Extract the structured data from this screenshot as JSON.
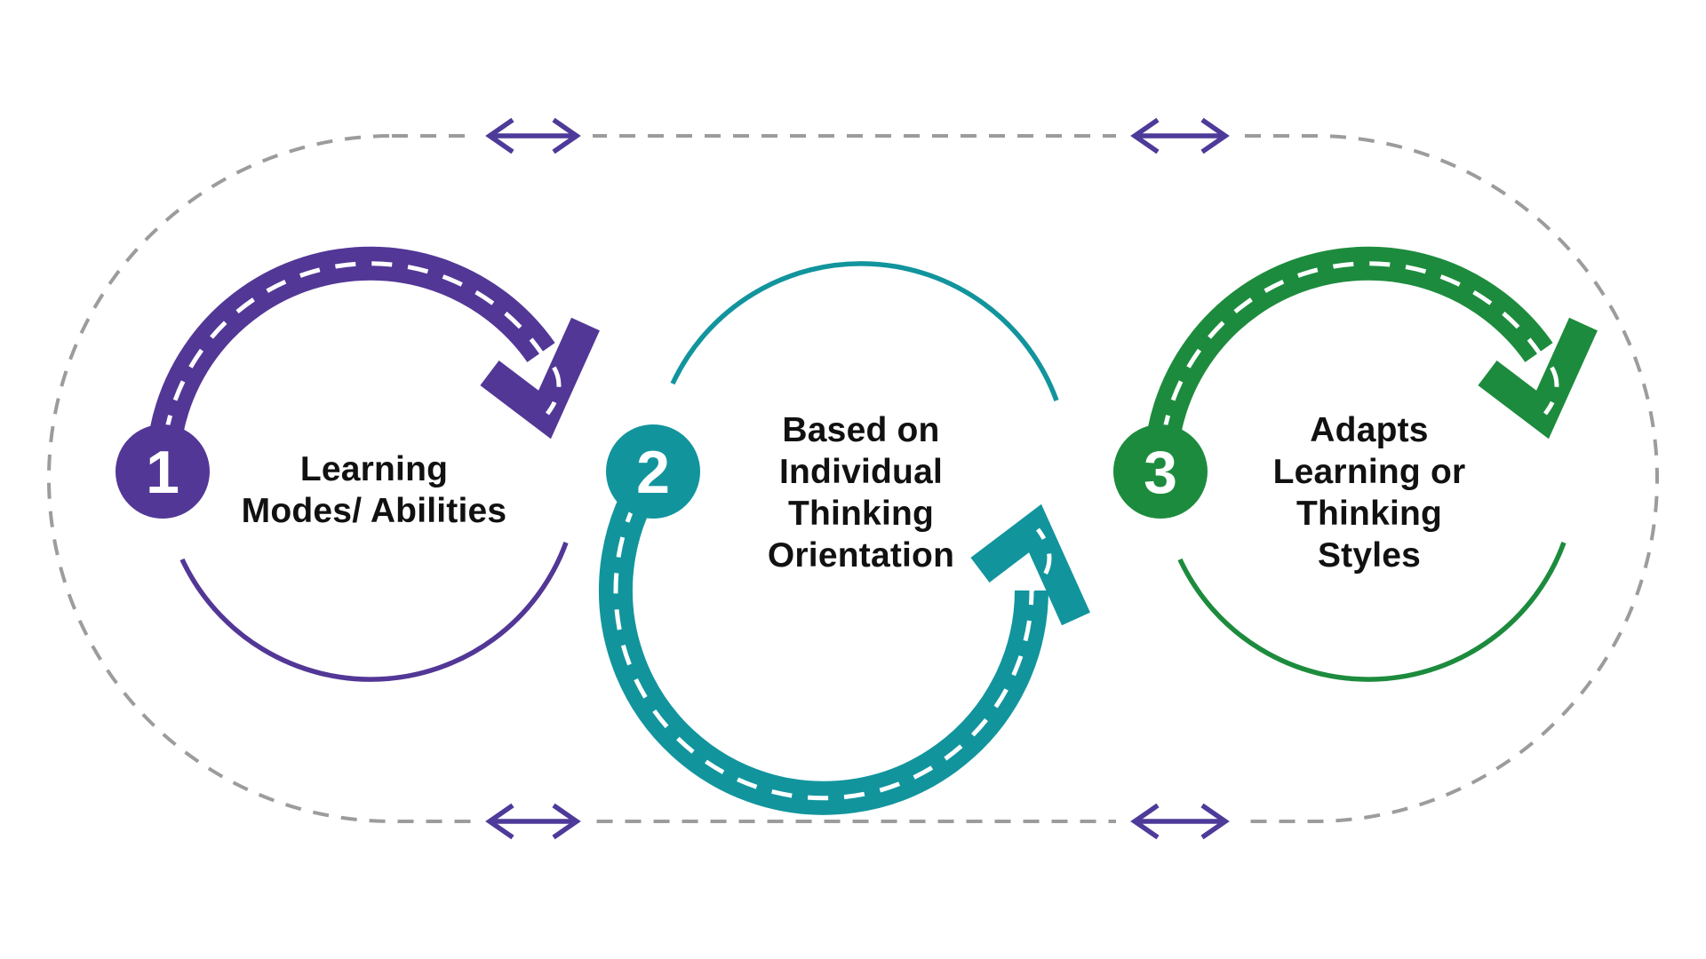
{
  "steps": [
    {
      "number": "1",
      "label": "Learning\nModes/ Abilities",
      "color": "#523796"
    },
    {
      "number": "2",
      "label": "Based on\nIndividual\nThinking\nOrientation",
      "color": "#12949D"
    },
    {
      "number": "3",
      "label": "Adapts\nLearning or\nThinking\nStyles",
      "color": "#1D8B3D"
    }
  ],
  "colors": {
    "background": "#FFFFFF",
    "text": "#111111",
    "boundary_dash": "#9C9C9C",
    "connector_arrow": "#4D3A99",
    "arc_centerline_dash": "#FFFFFF"
  },
  "icons": {
    "step_1_arrow": "circular-arrow-icon",
    "step_2_arrow": "circular-arrow-icon",
    "step_3_arrow": "circular-arrow-icon",
    "connectors": "double-headed-arrow-icon"
  }
}
